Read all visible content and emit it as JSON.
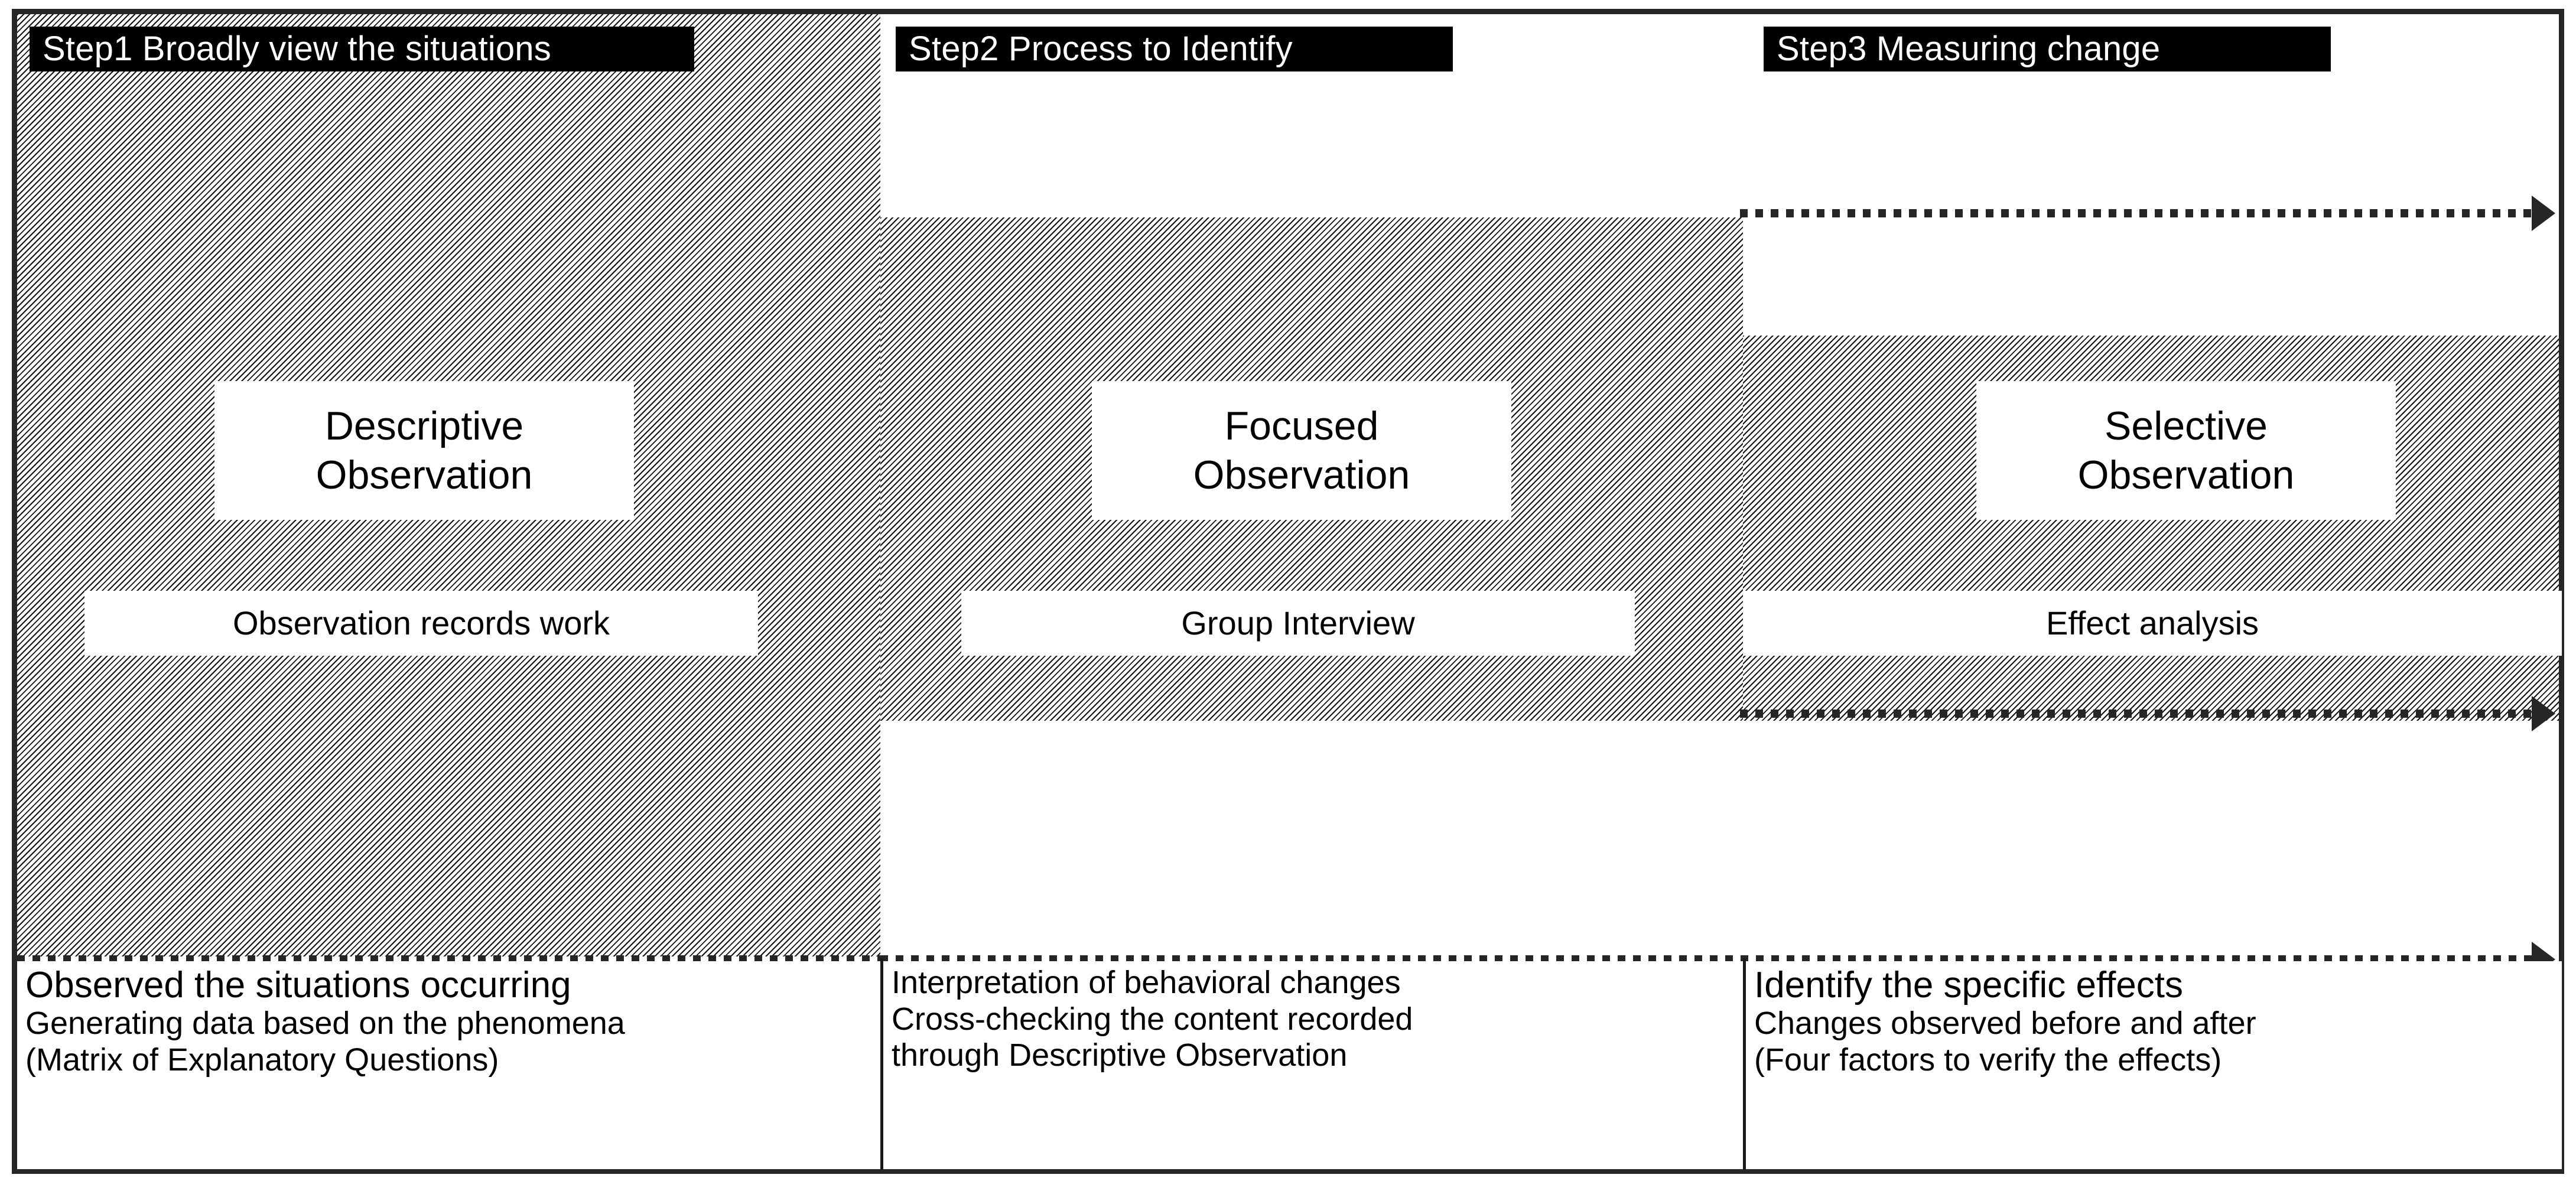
{
  "diagram": {
    "title": "Three-step observation process",
    "accent_color": "#000000",
    "hatch_color": "#111111",
    "steps": [
      {
        "id": "step1",
        "header": "Step1 Broadly view the situations",
        "observation": {
          "line1": "Descriptive",
          "line2": "Observation"
        },
        "method": "Observation records work",
        "summary": {
          "head": "Observed the situations occurring",
          "line2": "Generating data based on the phenomena",
          "line3": "(Matrix of Explanatory Questions)"
        }
      },
      {
        "id": "step2",
        "header": "Step2 Process to Identify",
        "observation": {
          "line1": "Focused",
          "line2": "Observation"
        },
        "method": "Group Interview",
        "summary": {
          "head": "Interpretation of behavioral changes",
          "line2": "Cross-checking the content recorded",
          "line3": "through Descriptive Observation"
        }
      },
      {
        "id": "step3",
        "header": "Step3 Measuring change",
        "observation": {
          "line1": "Selective",
          "line2": "Observation"
        },
        "method": "Effect analysis",
        "summary": {
          "head": "Identify the specific effects",
          "line2": "Changes observed before and after",
          "line3": "(Four factors to verify the effects)"
        }
      }
    ],
    "arrows": [
      {
        "name": "arrow-top",
        "direction": "right"
      },
      {
        "name": "arrow-middle",
        "direction": "right"
      },
      {
        "name": "arrow-bottom",
        "direction": "right"
      }
    ]
  }
}
